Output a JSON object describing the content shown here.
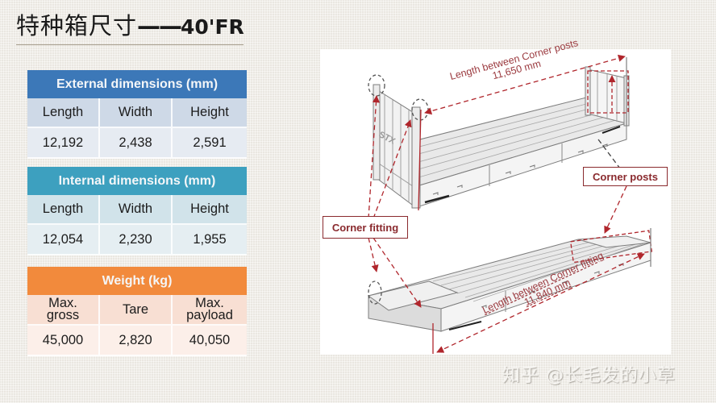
{
  "title": {
    "chinese": "特种箱尺寸",
    "dash": "——",
    "code": "40'FR"
  },
  "tables": {
    "external": {
      "header": "External dimensions (mm)",
      "header_color": "#3c78b8",
      "columns": [
        "Length",
        "Width",
        "Height"
      ],
      "values": [
        "12,192",
        "2,438",
        "2,591"
      ]
    },
    "internal": {
      "header": "Internal dimensions (mm)",
      "header_color": "#3da0bf",
      "columns": [
        "Length",
        "Width",
        "Height"
      ],
      "values": [
        "12,054",
        "2,230",
        "1,955"
      ]
    },
    "weight": {
      "header": "Weight (kg)",
      "header_color": "#f28a3c",
      "columns": [
        "Max.\ngross",
        "Tare",
        "Max.\npayload"
      ],
      "columns_line1": [
        "Max.",
        "Tare",
        "Max."
      ],
      "columns_line2": [
        "gross",
        "",
        "payload"
      ],
      "values": [
        "45,000",
        "2,820",
        "40,050"
      ]
    }
  },
  "figure": {
    "top_dimension": {
      "label": "Length between Corner posts",
      "value": "11,650 mm"
    },
    "bottom_dimension": {
      "label": "Length between Corner fitting",
      "value": "11,840 mm"
    },
    "callouts": {
      "corner_posts": "Corner posts",
      "corner_fitting": "Corner fitting"
    },
    "container_logo": "STX",
    "annotation_color": "#8a2a2e"
  },
  "watermark": "知乎 @长毛发的小草"
}
